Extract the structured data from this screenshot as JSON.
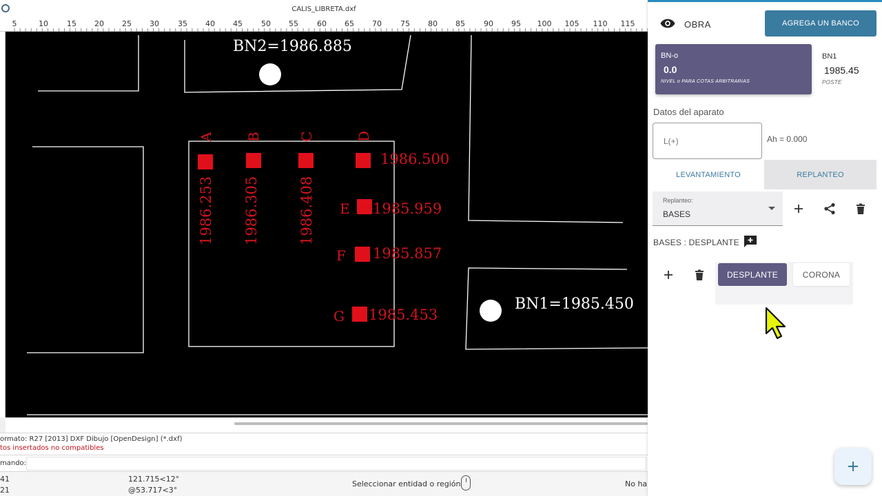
{
  "cad": {
    "title": "CALIS_LIBRETA.dxf",
    "ruler_ticks": [
      "5",
      "10",
      "15",
      "20",
      "25",
      "30",
      "35",
      "40",
      "45",
      "50",
      "55",
      "60",
      "65",
      "70",
      "75",
      "80",
      "85",
      "90",
      "95",
      "100",
      "105",
      "110",
      "115"
    ],
    "drawing": {
      "bn2_label": "BN2=1986.885",
      "bn1_label": "BN1=1985.450",
      "column_letters": [
        "A",
        "B",
        "C",
        "D"
      ],
      "column_values": [
        "1986.253",
        "1986.305",
        "1986.408"
      ],
      "d_value": "1986.500",
      "row_points": [
        {
          "letter": "E",
          "value": "1985.959"
        },
        {
          "letter": "F",
          "value": "1985.857"
        },
        {
          "letter": "G",
          "value": "1985.453"
        }
      ]
    },
    "console": {
      "line1": "ormato: R27 [2013] DXF Dibujo [OpenDesign] (*.dxf)",
      "line2": "tos insertados no compatibles"
    },
    "command_label": "mando:",
    "status": {
      "coord1_a": "41",
      "coord1_b": "21",
      "coord2_a": "121.715<12°",
      "coord2_b": "@53.717<3°",
      "prompt": "Seleccionar entidad o región",
      "right": "No ha"
    }
  },
  "app": {
    "colors": {
      "primary": "#3a7ba0",
      "card": "#5f5a82",
      "tab_active_bg": "#e4e4e6",
      "top_line": "#2a8bbd"
    },
    "obra_label": "OBRA",
    "obra_icon": "eye-icon",
    "add_bench_label": "AGREGA UN BANCO",
    "bench_selected": {
      "name": "BN-o",
      "value": "0.0",
      "desc": "NIVEL o PARA COTAS ARBITRARIAS"
    },
    "bench_other": {
      "name": "BN1",
      "value": "1985.45",
      "desc": "POSTE"
    },
    "datos_label": "Datos del aparato",
    "instrument_placeholder": "L(+)",
    "ah_text": "Ah = 0.000",
    "tabs": [
      {
        "label": "LEVANTAMIENTO",
        "selected": false
      },
      {
        "label": "REPLANTEO",
        "selected": true
      }
    ],
    "select": {
      "label": "Replanteo:",
      "value": "BASES"
    },
    "section_label": "BASES : DESPLANTE",
    "base_buttons": {
      "desplante": "DESPLANTE",
      "corona": "CORONA"
    },
    "icons": [
      "plus-icon",
      "share-icon",
      "trash-icon",
      "add-comment-icon",
      "chevron-down-icon",
      "cursor-icon"
    ]
  }
}
